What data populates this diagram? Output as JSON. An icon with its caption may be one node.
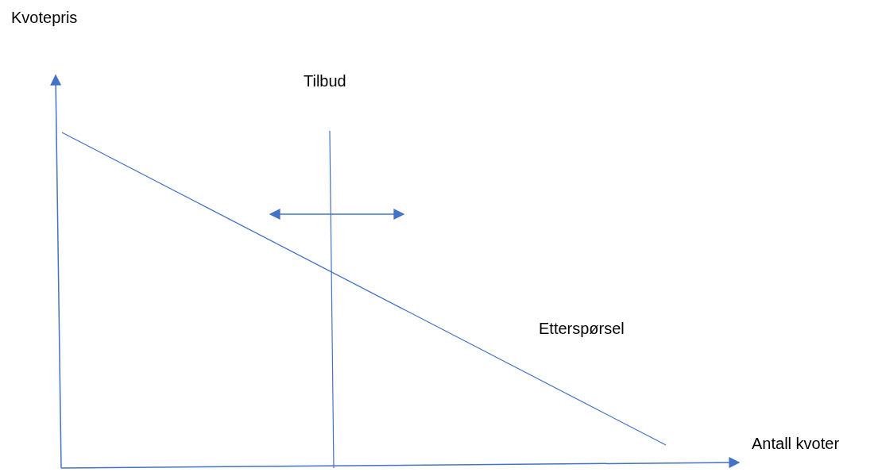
{
  "diagram": {
    "labels": [
      "Kvotepris",
      "Tilbud",
      "Etterspørsel",
      "Antall kvoter"
    ]
  }
}
